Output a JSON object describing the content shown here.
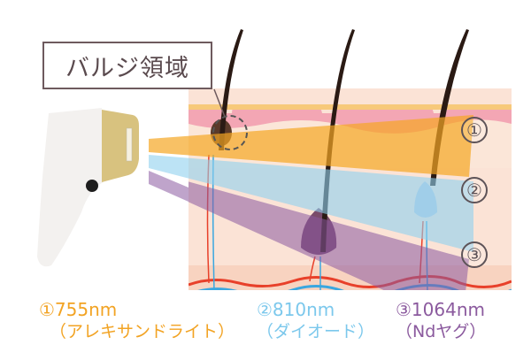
{
  "callout": {
    "label": "バルジ領域"
  },
  "markers": [
    "①",
    "②",
    "③"
  ],
  "wavelengths": [
    {
      "name": "①755nm",
      "type": "（アレキサンドライト）",
      "color": "#f2a323"
    },
    {
      "name": "②810nm",
      "type": "（ダイオード）",
      "color": "#7cc8ec"
    },
    {
      "name": "③1064nm",
      "type": "（Ndヤグ）",
      "color": "#8b5a9e"
    }
  ]
}
